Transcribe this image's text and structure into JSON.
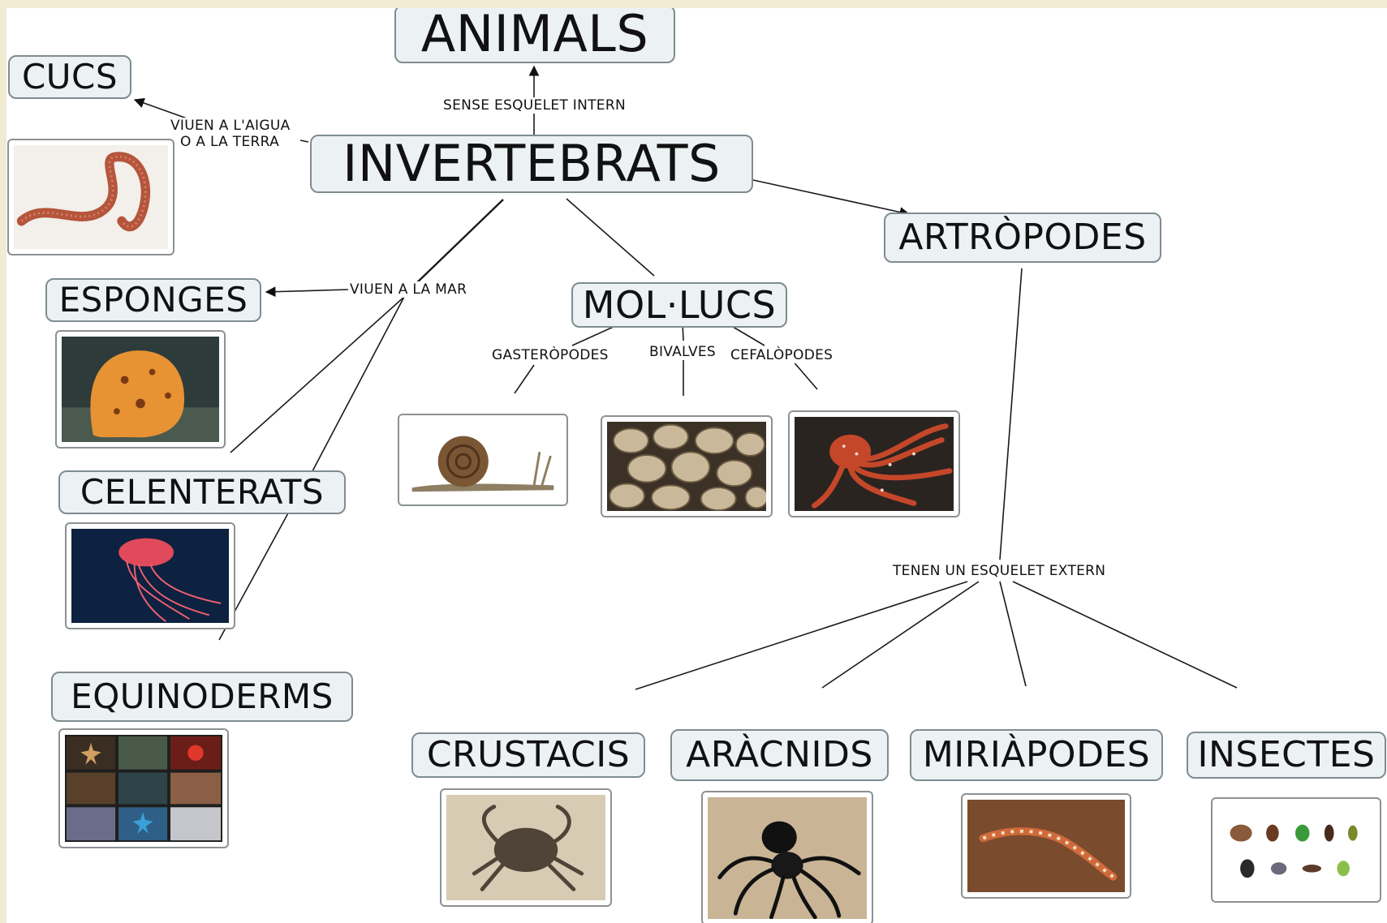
{
  "concepts": {
    "animals": "ANIMALS",
    "invertebrats": "INVERTEBRATS",
    "cucs": "CUCS",
    "esponges": "ESPONGES",
    "celenterats": "CELENTERATS",
    "equinoderms": "EQUINODERMS",
    "molluscs": "MOL·LUCS",
    "artropodes": "ARTRÒPODES",
    "crustacis": "CRUSTACIS",
    "aracnids": "ARÀCNIDS",
    "miriapodes": "MIRIÀPODES",
    "insectes": "INSECTES"
  },
  "link_labels": {
    "sense_esquelet": "SENSE ESQUELET INTERN",
    "viuen_aigua_1": "VIUEN A L'AIGUA",
    "viuen_aigua_2": "O A LA TERRA",
    "viuen_mar": "VIUEN A LA MAR",
    "gasteropodes": "GASTERÒPODES",
    "bivalves": "BIVALVES",
    "cefalopodes": "CEFALÒPODES",
    "esquelet_extern": "TENEN UN ESQUELET EXTERN"
  },
  "images": {
    "cucs": "worm-photo",
    "esponges": "sponge-photo",
    "celenterats": "jellyfish-photo",
    "equinoderms": "echinoderms-collage",
    "gasteropodes": "snail-photo",
    "bivalves": "clams-photo",
    "cefalopodes": "octopus-photo",
    "crustacis": "crab-photo",
    "aracnids": "spider-photo",
    "miriapodes": "centipede-photo",
    "insectes": "insects-photo"
  },
  "colors": {
    "node_fill": "#ecf2f4",
    "node_border": "#7f8c91",
    "background": "#f1ebd4",
    "canvas": "#ffffff"
  }
}
